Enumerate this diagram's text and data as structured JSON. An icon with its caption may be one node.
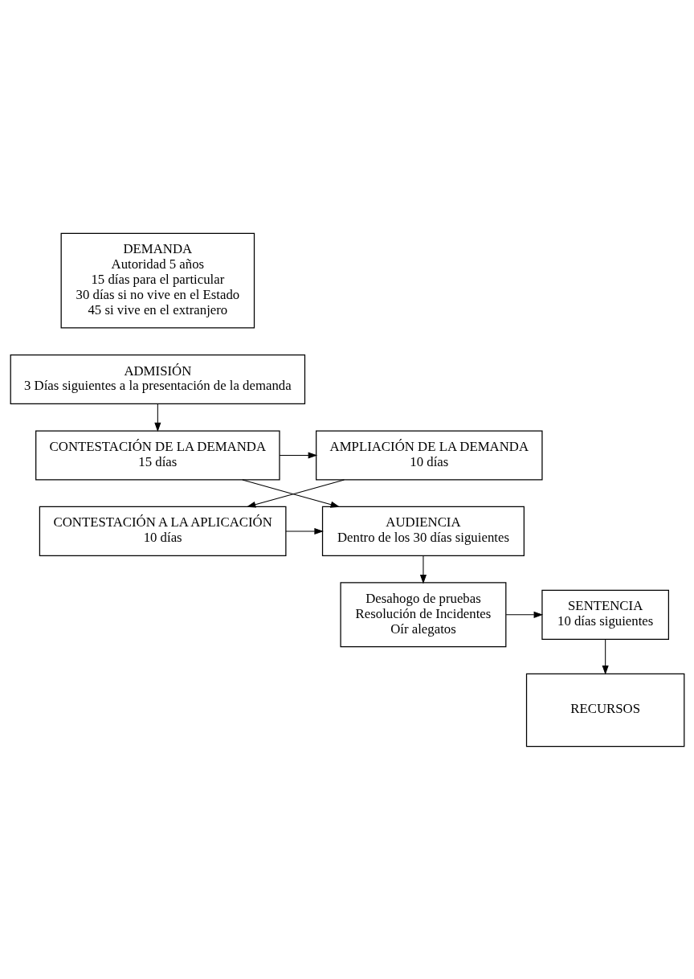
{
  "diagram": {
    "nodes": [
      {
        "text": [
          "DEMANDA",
          "Autoridad 5 años",
          "15 días para el particular",
          "30 días si no vive en el Estado",
          "45 si vive en el extranjero"
        ]
      },
      {
        "text": [
          "ADMISIÓN",
          "3 Días siguientes a la presentación de la demanda"
        ]
      },
      {
        "text": [
          "CONTESTACIÓN DE LA DEMANDA",
          "15 días"
        ]
      },
      {
        "text": [
          "AMPLIACIÓN DE LA DEMANDA",
          "10 días"
        ]
      },
      {
        "text": [
          "CONTESTACIÓN A LA APLICACIÓN",
          "10 días"
        ]
      },
      {
        "text": [
          "AUDIENCIA",
          "Dentro de los 30 días siguientes"
        ]
      },
      {
        "text": [
          "Desahogo de pruebas",
          "Resolución de Incidentes",
          "Oír alegatos"
        ]
      },
      {
        "text": [
          "SENTENCIA",
          "10 días siguientes"
        ]
      },
      {
        "text": [
          "RECURSOS"
        ]
      }
    ],
    "edges": [
      {
        "from": 1,
        "to": 2,
        "arrow": "to"
      },
      {
        "from": 2,
        "to": 3,
        "arrow": "to"
      },
      {
        "from": 3,
        "to": 4,
        "arrow": "to"
      },
      {
        "from": 2,
        "to": 5,
        "arrow": "to"
      },
      {
        "from": 4,
        "to": 5,
        "arrow": "to"
      },
      {
        "from": 5,
        "to": 6,
        "arrow": "to"
      },
      {
        "from": 6,
        "to": 7,
        "arrow": "to"
      },
      {
        "from": 7,
        "to": 8,
        "arrow": "to"
      }
    ]
  }
}
